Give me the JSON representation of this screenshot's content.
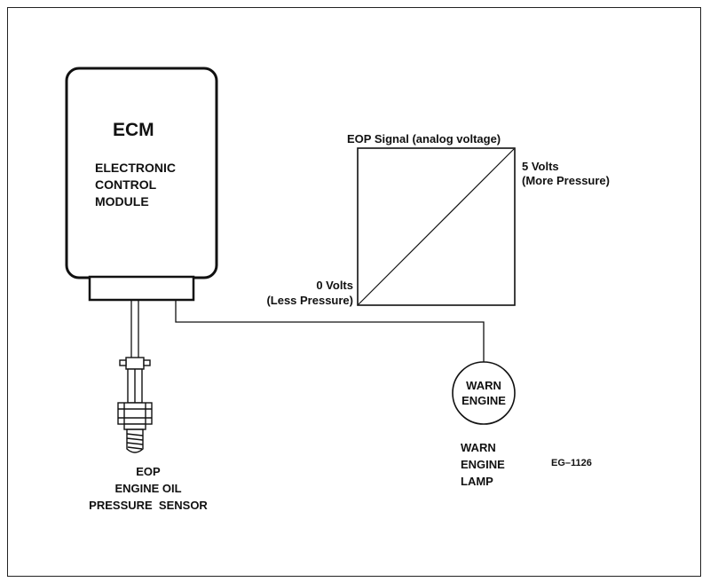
{
  "ecm": {
    "title": "ECM",
    "subtitle": "ELECTRONIC\nCONTROL\nMODULE"
  },
  "signal_graph": {
    "title": "EOP Signal (analog voltage)",
    "high_label": "5 Volts\n(More Pressure)",
    "low_label": "0 Volts\n(Less Pressure)"
  },
  "lamp": {
    "text": "WARN\nENGINE",
    "caption": "WARN\nENGINE\nLAMP"
  },
  "sensor": {
    "caption": "EOP\nENGINE OIL\nPRESSURE  SENSOR"
  },
  "figure_id": "EG–1126"
}
